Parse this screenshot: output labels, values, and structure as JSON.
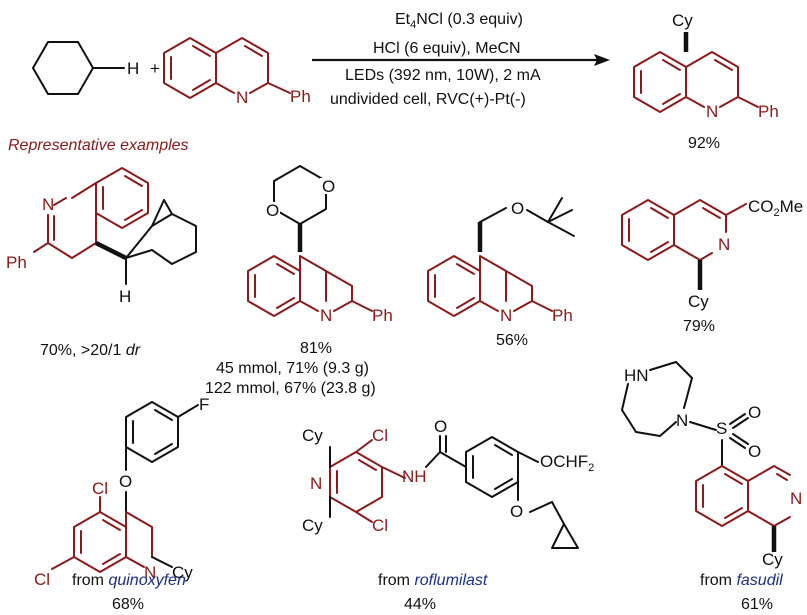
{
  "header": {
    "reactant_h": "H",
    "plus": "+",
    "reactant_ph": "Ph",
    "reactant_n": "N"
  },
  "conditions": {
    "line1_pre": "Et",
    "line1_sub": "4",
    "line1_post": "NCl (0.3 equiv)",
    "line2": "HCl (6 equiv), MeCN",
    "line3": "LEDs (392 nm, 10W), 2 mA",
    "line4": "undivided cell, RVC(+)-Pt(-)"
  },
  "product": {
    "cy": "Cy",
    "n": "N",
    "ph": "Ph",
    "yield": "92%"
  },
  "section_title": "Representative examples",
  "examples": {
    "e1": {
      "n": "N",
      "ph": "Ph",
      "h": "H",
      "yield_pre": "70%, >20/1 ",
      "yield_dr": "dr"
    },
    "e2": {
      "o1": "O",
      "o2": "O",
      "n": "N",
      "ph": "Ph",
      "yield": "81%",
      "scale1": "45 mmol,  71% (9.3 g)",
      "scale2": "122 mmol, 67% (23.8 g)"
    },
    "e3": {
      "o": "O",
      "n": "N",
      "ph": "Ph",
      "yield": "56%"
    },
    "e4": {
      "co2me_pre": "CO",
      "co2me_sub": "2",
      "co2me_post": "Me",
      "n": "N",
      "cy": "Cy",
      "yield": "79%"
    },
    "e5": {
      "f": "F",
      "o": "O",
      "cl1": "Cl",
      "cl2": "Cl",
      "n": "N",
      "cy": "Cy",
      "from": "from ",
      "drug": "quinoxyfen",
      "yield": "68%"
    },
    "e6": {
      "cy1": "Cy",
      "cy2": "Cy",
      "cl1": "Cl",
      "cl2": "Cl",
      "n": "N",
      "nh": "NH",
      "o1": "O",
      "o2": "O",
      "ochf2_pre": "OCHF",
      "ochf2_sub": "2",
      "from": "from ",
      "drug": "roflumilast",
      "yield": "44%"
    },
    "e7": {
      "hn": "HN",
      "n1": "N",
      "s": "S",
      "o1": "O",
      "o2": "O",
      "n2": "N",
      "cy": "Cy",
      "from": "from ",
      "drug": "fasudil",
      "yield": "61%"
    }
  }
}
